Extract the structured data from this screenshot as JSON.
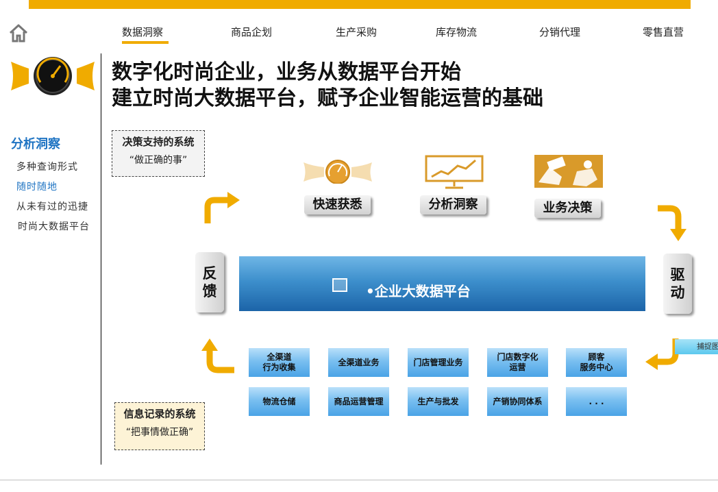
{
  "nav": {
    "items": [
      {
        "label": "数据洞察",
        "active": true
      },
      {
        "label": "商品企划"
      },
      {
        "label": "生产采购"
      },
      {
        "label": "库存物流"
      },
      {
        "label": "分销代理"
      },
      {
        "label": "零售直营"
      }
    ],
    "home_icon": "home-icon"
  },
  "sidebar": {
    "heading": "分析洞察",
    "items": [
      {
        "label": "多种查询形式"
      },
      {
        "label": "随时随地",
        "active": true
      },
      {
        "label": "从未有过的迅捷"
      },
      {
        "label": "时尚大数据平台"
      }
    ]
  },
  "title": {
    "line1": "数字化时尚企业，业务从数据平台开始",
    "line2": "建立时尚大数据平台，赋予企业智能运营的基础"
  },
  "decision_box": {
    "title": "决策支持的系统",
    "subtitle": "“做正确的事”"
  },
  "record_box": {
    "title": "信息记录的系统",
    "subtitle": "“把事情做正确”"
  },
  "capabilities": [
    {
      "label": "快速获悉",
      "icon": "gauge-icon"
    },
    {
      "label": "分析洞察",
      "icon": "chart-board-icon"
    },
    {
      "label": "业务决策",
      "icon": "business-people-icon"
    }
  ],
  "cycle": {
    "feedback": "反馈",
    "drive": "驱动"
  },
  "platform": {
    "label": "•企业大数据平台"
  },
  "modules": {
    "row1": [
      "全渠道\n行为收集",
      "全渠道业务",
      "门店管理业务",
      "门店数字化\n运营",
      "顾客\n服务中心"
    ],
    "row2": [
      "物流仓储",
      "商品运营管理",
      "生产与批发",
      "产销协同体系",
      ". . ."
    ]
  },
  "edge_tab": {
    "label": "捕捉图"
  },
  "colors": {
    "accent": "#f0ab00",
    "brand_blue": "#1f74c3",
    "platform_blue": "#1c64a8"
  }
}
